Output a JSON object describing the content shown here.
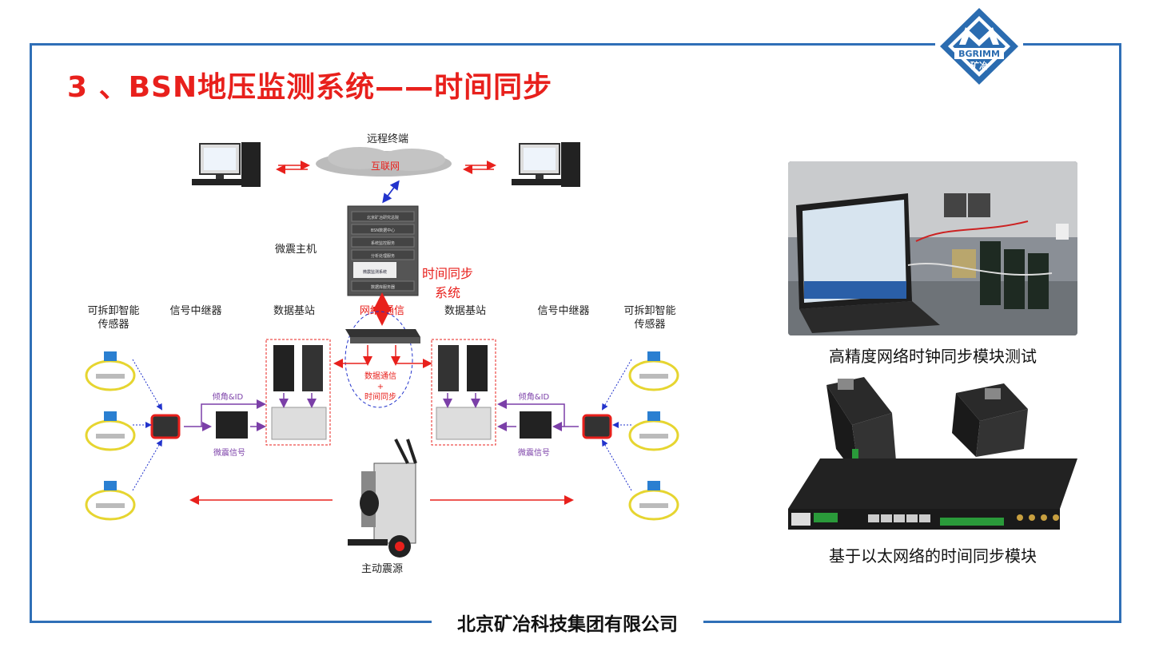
{
  "title": "3 、BSN地压监测系统——时间同步",
  "logo": {
    "brand": "BGRIMM",
    "cn": "矿冶"
  },
  "footer": "北京矿冶科技集团有限公司",
  "diagram": {
    "remote_terminal": "远程终端",
    "internet": "互联网",
    "microseismic_host": "微震主机",
    "host_labels": [
      "北京矿冶研究总院",
      "BSN数据中心",
      "系统监控服务",
      "分析处理服务",
      "微震监测系统",
      "数据库服务器"
    ],
    "time_sync": "时间同步",
    "time_sync_2": "系统",
    "network_comm": "网络 通信",
    "data_station_left": "数据基站",
    "data_station_right": "数据基站",
    "repeater_left": "信号中继器",
    "repeater_right": "信号中继器",
    "sensor_left_1": "可拆卸智能",
    "sensor_left_2": "传感器",
    "sensor_right_1": "可拆卸智能",
    "sensor_right_2": "传感器",
    "data_comm": "数据通信",
    "plus": "+",
    "time_sync_small": "时间同步",
    "tilt_id_left": "倾角&ID",
    "tilt_id_right": "倾角&ID",
    "ms_signal_left": "微震信号",
    "ms_signal_right": "微震信号",
    "active_source": "主动震源"
  },
  "photos": {
    "caption_top": "高精度网络时钟同步模块测试",
    "caption_bottom": "基于以太网络的时间同步模块"
  },
  "colors": {
    "title": "#e8201c",
    "frame": "#2f6fb7",
    "arrow_red": "#e8201c",
    "arrow_purple": "#7b3fa8",
    "arrow_blue": "#2233cc"
  }
}
